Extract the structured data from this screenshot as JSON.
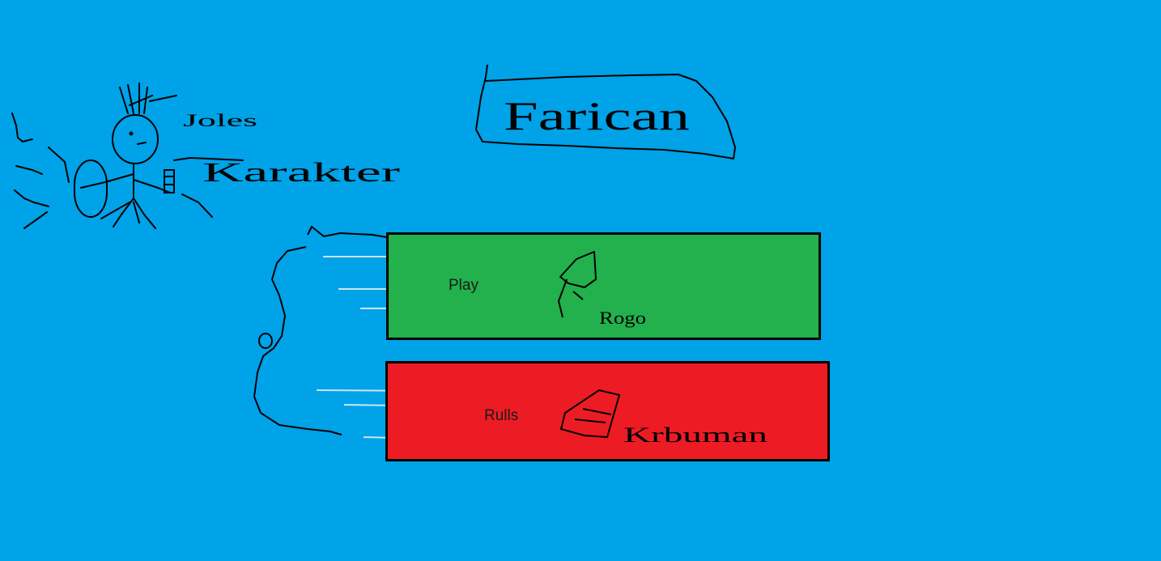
{
  "menu": {
    "play_label": "Play",
    "rules_label": "Rulls"
  },
  "sketch_annotations": {
    "logo_text": "Farican",
    "character_label": "Karakter",
    "top_label": "Joles",
    "note_label": "Rogo",
    "rules_note": "Krbuman"
  },
  "colors": {
    "background": "#00a2e8",
    "play": "#22b14c",
    "rules": "#ed1c24",
    "ink": "#000000",
    "speed_lines": "#c8e6f2"
  }
}
